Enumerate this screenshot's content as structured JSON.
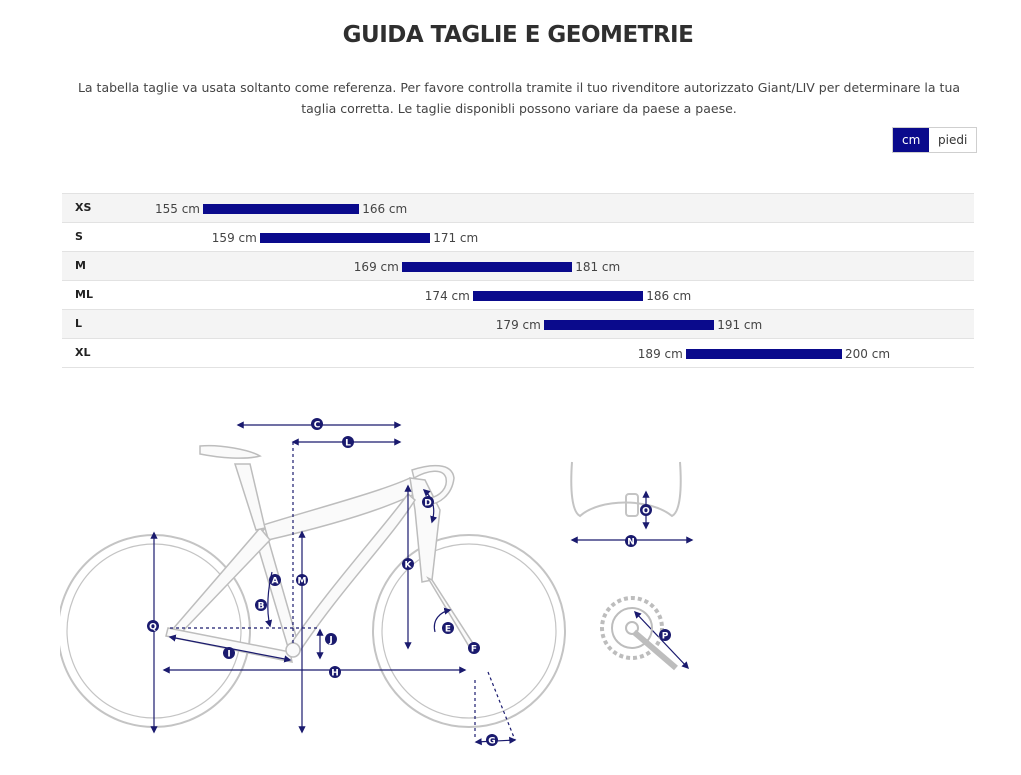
{
  "title": "GUIDA TAGLIE E GEOMETRIE",
  "note": "La tabella taglie va usata soltanto come referenza. Per favore controlla tramite il tuo rivenditore autorizzato Giant/LIV per determinare la tua taglia corretta. Le taglie disponibli possono variare da paese a paese.",
  "unit_toggle": {
    "options": [
      "cm",
      "piedi"
    ],
    "selected": "cm"
  },
  "accent_color": "#0a0a8c",
  "sizes": [
    {
      "label": "XS",
      "min": 155,
      "max": 166,
      "min_text": "155 cm",
      "max_text": "166 cm"
    },
    {
      "label": "S",
      "min": 159,
      "max": 171,
      "min_text": "159 cm",
      "max_text": "171 cm"
    },
    {
      "label": "M",
      "min": 169,
      "max": 181,
      "min_text": "169 cm",
      "max_text": "181 cm"
    },
    {
      "label": "ML",
      "min": 174,
      "max": 186,
      "min_text": "174 cm",
      "max_text": "186 cm"
    },
    {
      "label": "L",
      "min": 179,
      "max": 191,
      "min_text": "179 cm",
      "max_text": "191 cm"
    },
    {
      "label": "XL",
      "min": 189,
      "max": 200,
      "min_text": "189 cm",
      "max_text": "200 cm"
    }
  ],
  "geometry_labels": [
    "A",
    "B",
    "C",
    "D",
    "E",
    "F",
    "G",
    "H",
    "I",
    "J",
    "K",
    "L",
    "M",
    "N",
    "O",
    "P",
    "Q"
  ]
}
